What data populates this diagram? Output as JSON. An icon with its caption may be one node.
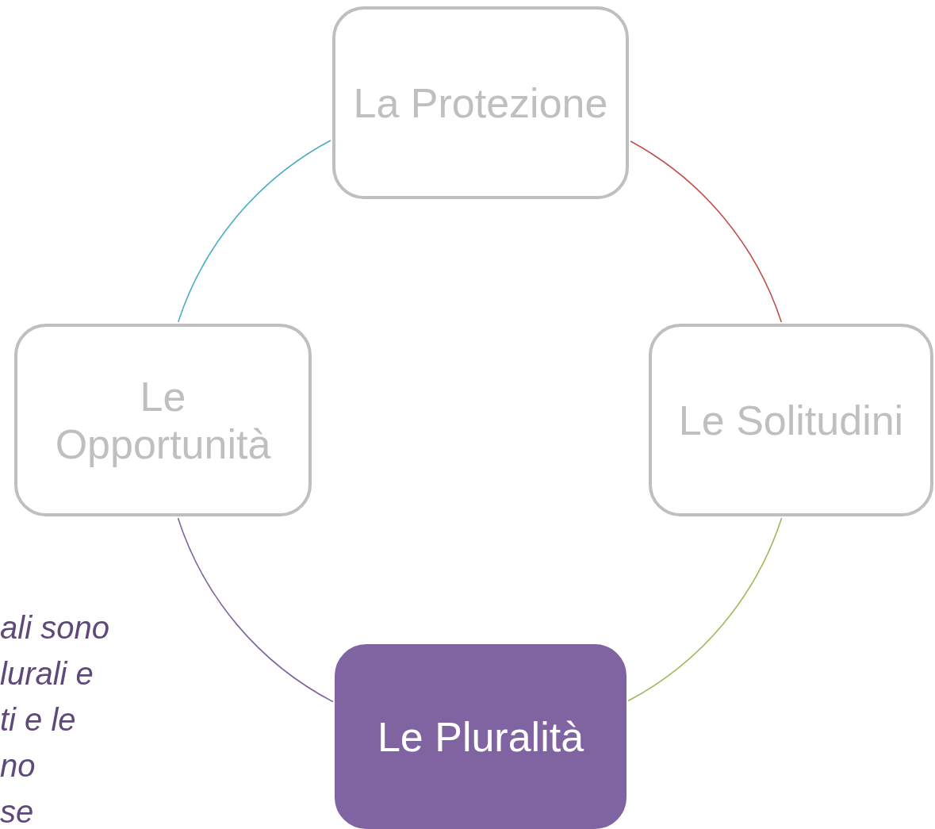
{
  "diagram": {
    "nodes": [
      {
        "text": [
          "La Protezione"
        ]
      },
      {
        "text": [
          "Le Solitudini"
        ]
      },
      {
        "text": [
          "Le Pluralità"
        ]
      },
      {
        "text": [
          "Le Opportunità"
        ]
      }
    ],
    "edges": [
      {
        "from": 0,
        "to": 1,
        "arrow": "none",
        "color": "#c0504d"
      },
      {
        "from": 1,
        "to": 2,
        "arrow": "none",
        "color": "#9bbb59"
      },
      {
        "from": 2,
        "to": 3,
        "arrow": "none",
        "color": "#8064a2"
      },
      {
        "from": 3,
        "to": 0,
        "arrow": "none",
        "color": "#4bacc6"
      }
    ],
    "labels": [
      "ali sono",
      "lurali e",
      "ti e le",
      "no",
      "se"
    ]
  }
}
